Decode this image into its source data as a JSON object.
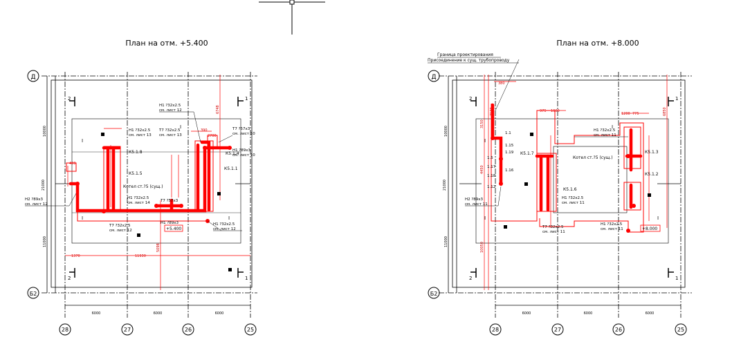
{
  "left_plan": {
    "title": "План на отм. +5.400",
    "axis_rows": [
      "Д",
      "Б2"
    ],
    "axis_cols": [
      "28",
      "27",
      "26",
      "25"
    ],
    "dims_bottom": [
      "6000",
      "6000",
      "6000"
    ],
    "dims_left": [
      "10000",
      "21000",
      "11000"
    ],
    "section_marks": [
      "2",
      "1",
      "2",
      "1"
    ],
    "boiler": "Котел ст.?5 (сущ.)",
    "callouts": [
      {
        "label": "Н1 ?32х2.5",
        "sub": "см. лист 12"
      },
      {
        "label": "Н1 ?32х2.5",
        "sub": "см. лист 13"
      },
      {
        "label": "Т7 ?32х2.5",
        "sub": "см. лист 13"
      },
      {
        "label": "Т7 ?57х3",
        "sub": "см. лист 10"
      },
      {
        "label": "Н1 ?89х3",
        "sub": "см. лист 10"
      },
      {
        "label": "Н2 ?89х3",
        "sub": "см. лист 12"
      },
      {
        "label": "Н1 ?32х2.5",
        "sub": "см. лист 14"
      },
      {
        "label": "Т7 ?57х3",
        "sub": ""
      },
      {
        "label": "Т7 ?32х2.5",
        "sub": "см. лист 12"
      },
      {
        "label": "Н1 ?89х3",
        "sub": ""
      },
      {
        "label": "Н1 ?32х2.5",
        "sub": "см. лист 12"
      }
    ],
    "nodes": [
      "К5.1.8",
      "К5.1.5",
      "К5.1.4",
      "К5.1.1"
    ],
    "level": "+5.400",
    "red_dims": [
      "1370",
      "11930",
      "5098",
      "6748",
      "2700",
      "390",
      "480"
    ]
  },
  "right_plan": {
    "title": "План на отм. +8.000",
    "note_line1": "Граница проектирования",
    "note_line2": "Присоединение к сущ. трубопроводу",
    "axis_rows": [
      "Д",
      "Б2"
    ],
    "axis_cols": [
      "28",
      "27",
      "26",
      "25"
    ],
    "dims_bottom": [
      "6000",
      "6000",
      "6000"
    ],
    "dims_left": [
      "10000",
      "21000",
      "11000"
    ],
    "section_marks": [
      "2",
      "1",
      "2",
      "1"
    ],
    "boiler": "Котел ст.?5 (сущ.)",
    "callouts": [
      {
        "label": "Н1 ?32х2.5",
        "sub": "см. лист 11"
      },
      {
        "label": "Н2 ?89х3",
        "sub": "см. лист 11"
      },
      {
        "label": "Н1 ?32х2.5",
        "sub": "см. лист 11"
      },
      {
        "label": "Т7 ?32х2.5",
        "sub": "см. лист 11"
      },
      {
        "label": "Н1 ?32х2.5",
        "sub": "см. лист 11"
      }
    ],
    "nodes": [
      "К5.1.7",
      "К5.1.6",
      "К5.1.3",
      "К5.1.2"
    ],
    "point_labels": [
      "1.1",
      "1.15",
      "1.19",
      "1.5",
      "1.17",
      "1.18",
      "1.16",
      "1.12"
    ],
    "level": "+8.000",
    "red_dims": [
      "380",
      "7100",
      "3150",
      "4450",
      "10050",
      "975",
      "1000",
      "1200",
      "775",
      "6850"
    ]
  }
}
